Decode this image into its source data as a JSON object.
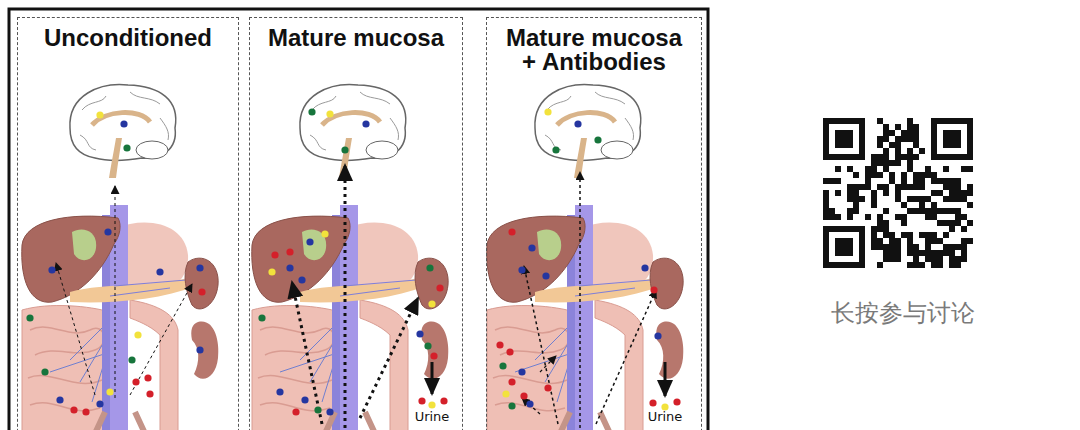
{
  "diagram": {
    "nodes": [
      {
        "text": [
          "Unconditioned"
        ]
      },
      {
        "text": [
          "Mature mucosa"
        ]
      },
      {
        "text": [
          "Mature mucosa + Antibodies"
        ]
      }
    ],
    "labels": [
      "Urine",
      "Urine",
      "长按参与讨论"
    ]
  }
}
